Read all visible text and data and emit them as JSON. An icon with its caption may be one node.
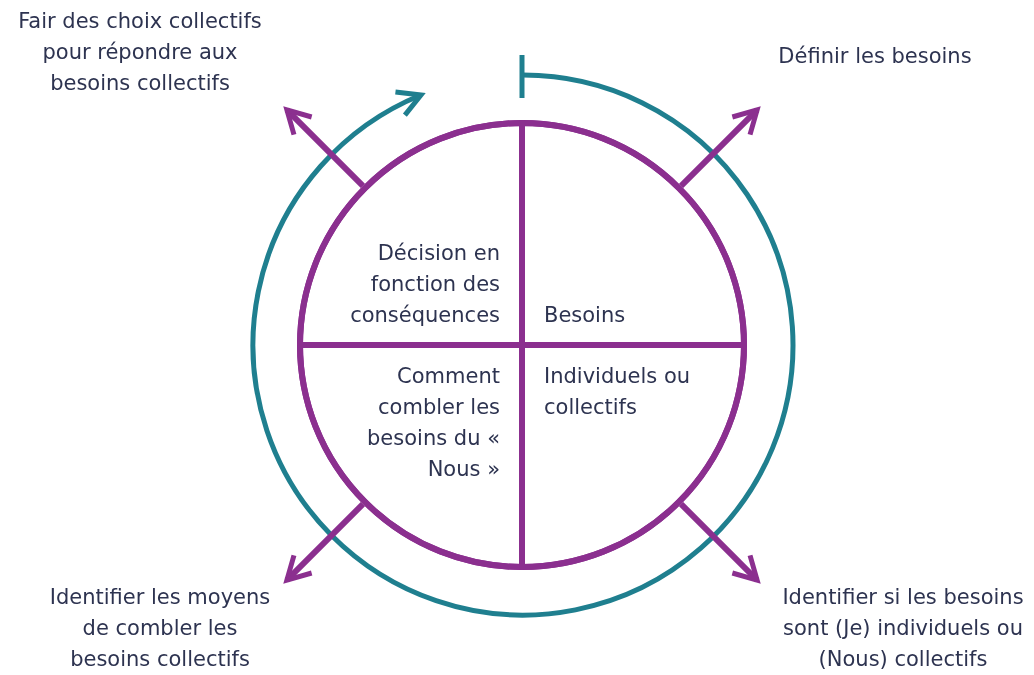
{
  "diagram": {
    "nodes": [
      {
        "text": [
          "Fair des choix collectifs pour répondre aux besoins collectifs"
        ]
      },
      {
        "text": [
          "Définir les besoins"
        ]
      },
      {
        "text": [],
        "shape": "circle"
      },
      {
        "text": [
          "Décision en fonction des conséquences"
        ],
        "in": 2
      },
      {
        "text": [
          "Besoins"
        ],
        "in": 2
      },
      {
        "text": [
          "Comment combler les besoins du « Nous »"
        ],
        "in": 2
      },
      {
        "text": [
          "Individuels ou collectifs"
        ],
        "in": 2
      },
      {
        "text": [
          "Identifier les moyens de combler les besoins collectifs"
        ]
      },
      {
        "text": [
          "Identifier si les besoins sont (Je) individuels ou (Nous) collectifs"
        ]
      }
    ],
    "edges": [
      {
        "from": 3,
        "to": 0,
        "arrow": "to"
      },
      {
        "from": 4,
        "to": 1,
        "arrow": "to"
      },
      {
        "from": 5,
        "to": 7,
        "arrow": "to"
      },
      {
        "from": 6,
        "to": 8,
        "arrow": "to"
      }
    ]
  }
}
